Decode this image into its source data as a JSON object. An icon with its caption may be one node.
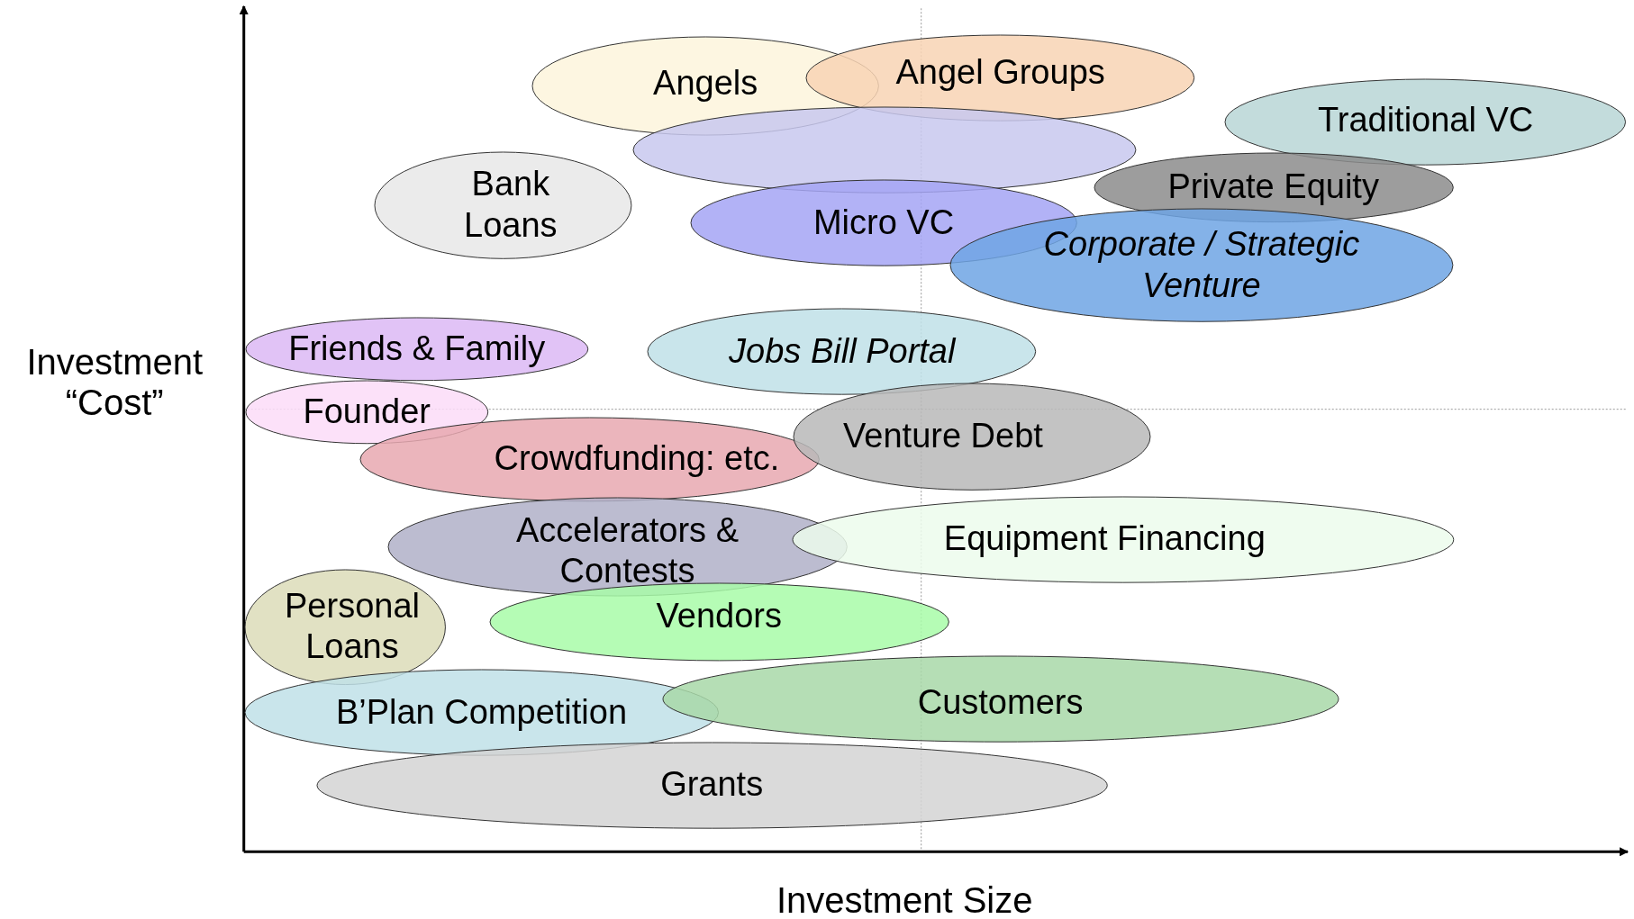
{
  "diagram": {
    "nodes": [
      {
        "text": [
          "Angels"
        ]
      },
      {
        "text": [
          "Angel Groups"
        ]
      },
      {
        "text": [
          "Traditional VC"
        ]
      },
      {
        "text": [],
        "shape": "ellipse"
      },
      {
        "text": [
          "Bank Loans"
        ]
      },
      {
        "text": [
          "Private Equity"
        ]
      },
      {
        "text": [
          "Micro VC"
        ]
      },
      {
        "text": [
          "*Corporate / Strategic Venture*"
        ]
      },
      {
        "text": [
          "Friends & Family"
        ]
      },
      {
        "text": [
          "*Jobs Bill Portal*"
        ]
      },
      {
        "text": [
          "Founder"
        ]
      },
      {
        "text": [
          "Crowdfunding: etc."
        ]
      },
      {
        "text": [
          "Venture Debt"
        ]
      },
      {
        "text": [
          "Accelerators & Contests"
        ]
      },
      {
        "text": [
          "Equipment Financing"
        ]
      },
      {
        "text": [
          "Personal Loans"
        ]
      },
      {
        "text": [
          "Vendors"
        ]
      },
      {
        "text": [
          "B’Plan Competition"
        ]
      },
      {
        "text": [
          "Customers"
        ]
      },
      {
        "text": [
          "Grants"
        ]
      }
    ],
    "labels": [
      "Investment “Cost”",
      "Investment Size"
    ]
  }
}
